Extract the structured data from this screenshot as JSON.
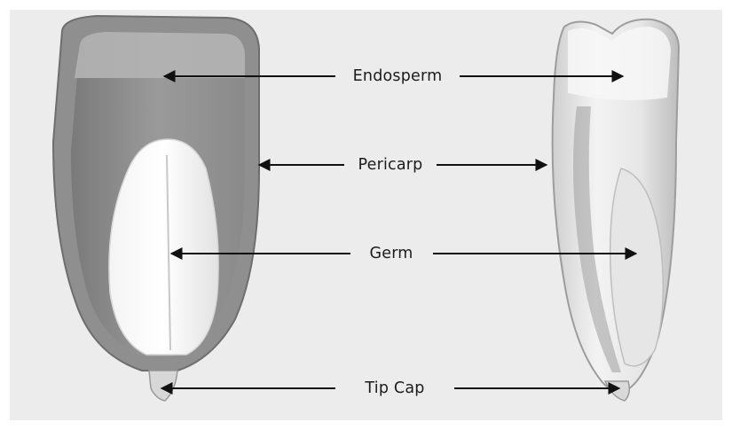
{
  "labels": {
    "endosperm": "Endosperm",
    "pericarp": "Pericarp",
    "germ": "Germ",
    "tip_cap": "Tip Cap"
  },
  "colors": {
    "background": "#ececec",
    "arrow": "#111111",
    "text": "#1c1c1c"
  }
}
